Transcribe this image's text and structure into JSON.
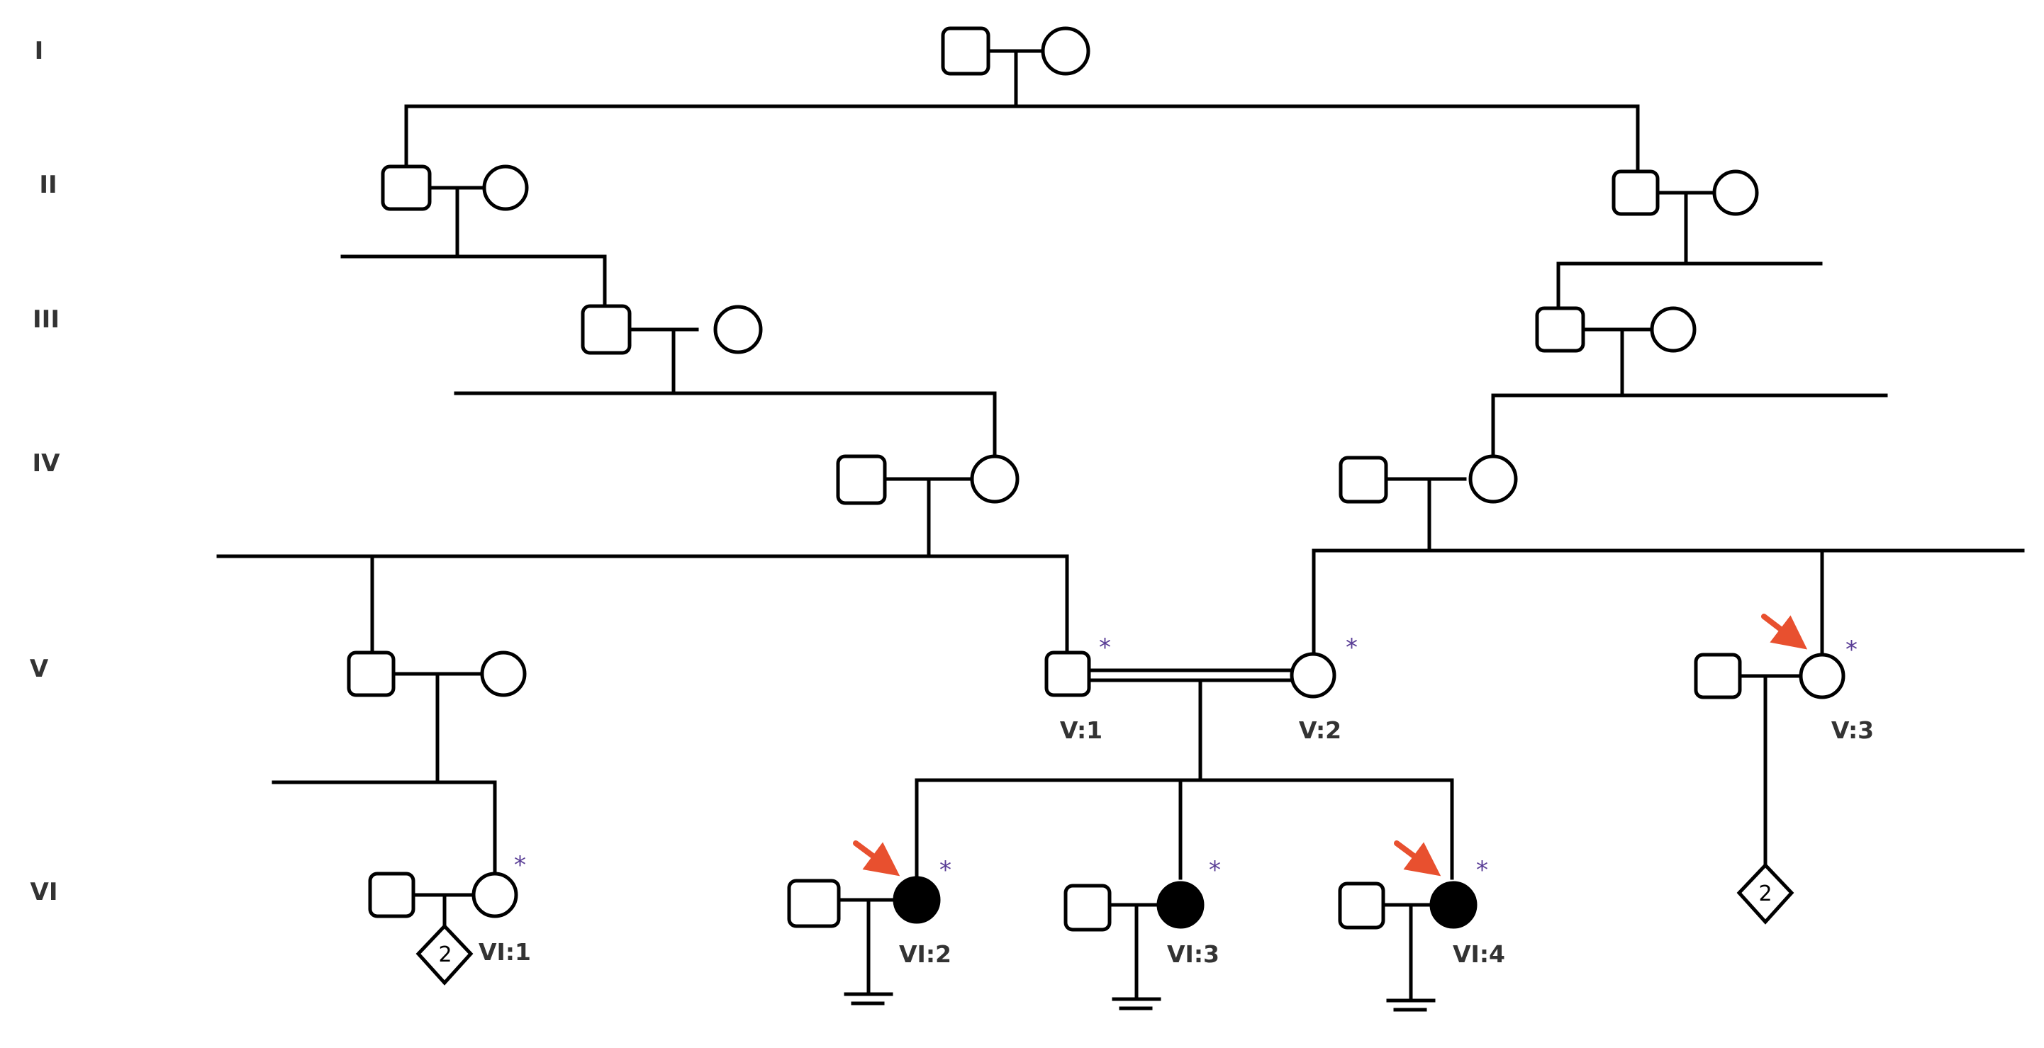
{
  "colors": {
    "line": "#000000",
    "unaffected_fill": "#ffffff",
    "affected_fill": "#000000",
    "proband_arrow": "#e8502f",
    "carrier_marker": "#5a3e96",
    "label_text": "#333333"
  },
  "generations": [
    "I",
    "II",
    "III",
    "IV",
    "V",
    "VI"
  ],
  "individuals": {
    "V1": {
      "id": "V:1",
      "sex": "male",
      "affected": false,
      "tested": true,
      "proband": false
    },
    "V2": {
      "id": "V:2",
      "sex": "female",
      "affected": false,
      "tested": true,
      "proband": false
    },
    "V3": {
      "id": "V:3",
      "sex": "female",
      "affected": false,
      "tested": true,
      "proband": true
    },
    "VI1": {
      "id": "VI:1",
      "sex": "female",
      "affected": false,
      "tested": true,
      "proband": false
    },
    "VI2": {
      "id": "VI:2",
      "sex": "female",
      "affected": true,
      "tested": true,
      "proband": true
    },
    "VI3": {
      "id": "VI:3",
      "sex": "female",
      "affected": true,
      "tested": true,
      "proband": false
    },
    "VI4": {
      "id": "VI:4",
      "sex": "female",
      "affected": true,
      "tested": true,
      "proband": true
    }
  },
  "marker_symbol": "*",
  "offspring_groups": {
    "vi1_children": "2",
    "v3_children": "2"
  },
  "symbol_meanings": {
    "square": "male",
    "circle": "female",
    "diamond": "sex unspecified",
    "filled": "affected",
    "double_line": "consanguineous union",
    "arrow": "proband",
    "childless_bar": "no offspring"
  }
}
